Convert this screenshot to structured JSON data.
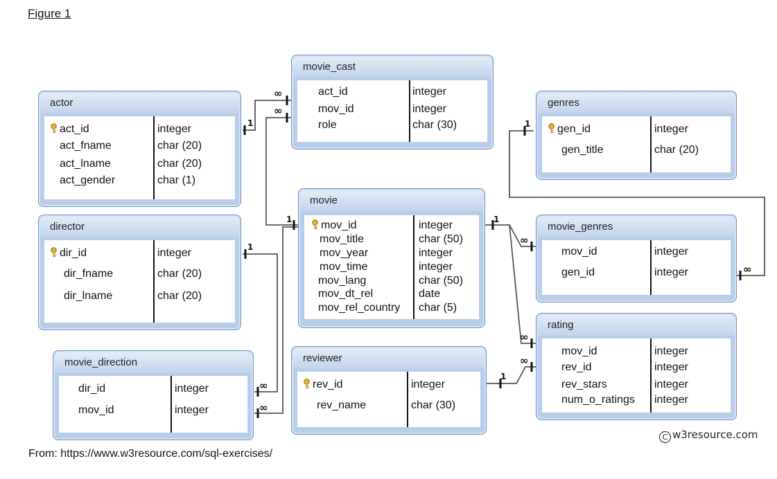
{
  "figure_label": "Figure 1",
  "source": "From: https://www.w3resource.com/sql-exercises/",
  "copyright": "w3resource.com",
  "tables": {
    "movie_cast": {
      "name": "movie_cast",
      "rows": [
        {
          "name": "act_id",
          "type": "integer"
        },
        {
          "name": "mov_id",
          "type": "integer"
        },
        {
          "name": "role",
          "type": "char (30)"
        }
      ]
    },
    "actor": {
      "name": "actor",
      "rows": [
        {
          "name": "act_id",
          "type": "integer",
          "pk": true
        },
        {
          "name": "act_fname",
          "type": "char (20)"
        },
        {
          "name": "act_lname",
          "type": "char (20)"
        },
        {
          "name": "act_gender",
          "type": "char (1)"
        }
      ]
    },
    "genres": {
      "name": "genres",
      "rows": [
        {
          "name": "gen_id",
          "type": "integer",
          "pk": true
        },
        {
          "name": "gen_title",
          "type": "char (20)"
        }
      ]
    },
    "movie": {
      "name": "movie",
      "rows": [
        {
          "name": "mov_id",
          "type": "integer",
          "pk": true
        },
        {
          "name": "mov_title",
          "type": "char (50)"
        },
        {
          "name": "mov_year",
          "type": "integer"
        },
        {
          "name": "mov_time",
          "type": "integer"
        },
        {
          "name": "mov_lang",
          "type": "char (50)"
        },
        {
          "name": "mov_dt_rel",
          "type": "date"
        },
        {
          "name": "mov_rel_country",
          "type": "char (5)"
        }
      ]
    },
    "director": {
      "name": "director",
      "rows": [
        {
          "name": "dir_id",
          "type": "integer",
          "pk": true
        },
        {
          "name": "dir_fname",
          "type": "char (20)"
        },
        {
          "name": "dir_lname",
          "type": "char (20)"
        }
      ]
    },
    "movie_genres": {
      "name": "movie_genres",
      "rows": [
        {
          "name": "mov_id",
          "type": "integer"
        },
        {
          "name": "gen_id",
          "type": "integer"
        }
      ]
    },
    "rating": {
      "name": "rating",
      "rows": [
        {
          "name": "mov_id",
          "type": "integer"
        },
        {
          "name": "rev_id",
          "type": "integer"
        },
        {
          "name": "rev_stars",
          "type": "integer"
        },
        {
          "name": "num_o_ratings",
          "type": "integer"
        }
      ]
    },
    "movie_direction": {
      "name": "movie_direction",
      "rows": [
        {
          "name": "dir_id",
          "type": "integer"
        },
        {
          "name": "mov_id",
          "type": "integer"
        }
      ]
    },
    "reviewer": {
      "name": "reviewer",
      "rows": [
        {
          "name": "rev_id",
          "type": "integer",
          "pk": true
        },
        {
          "name": "rev_name",
          "type": "char (30)"
        }
      ]
    }
  },
  "cardinality": {
    "one": "1",
    "many": "∞"
  },
  "colors": {
    "table_frame": "#b8cde8",
    "table_border": "#6f8fbd",
    "line": "#444444",
    "key": "#c9a227"
  }
}
